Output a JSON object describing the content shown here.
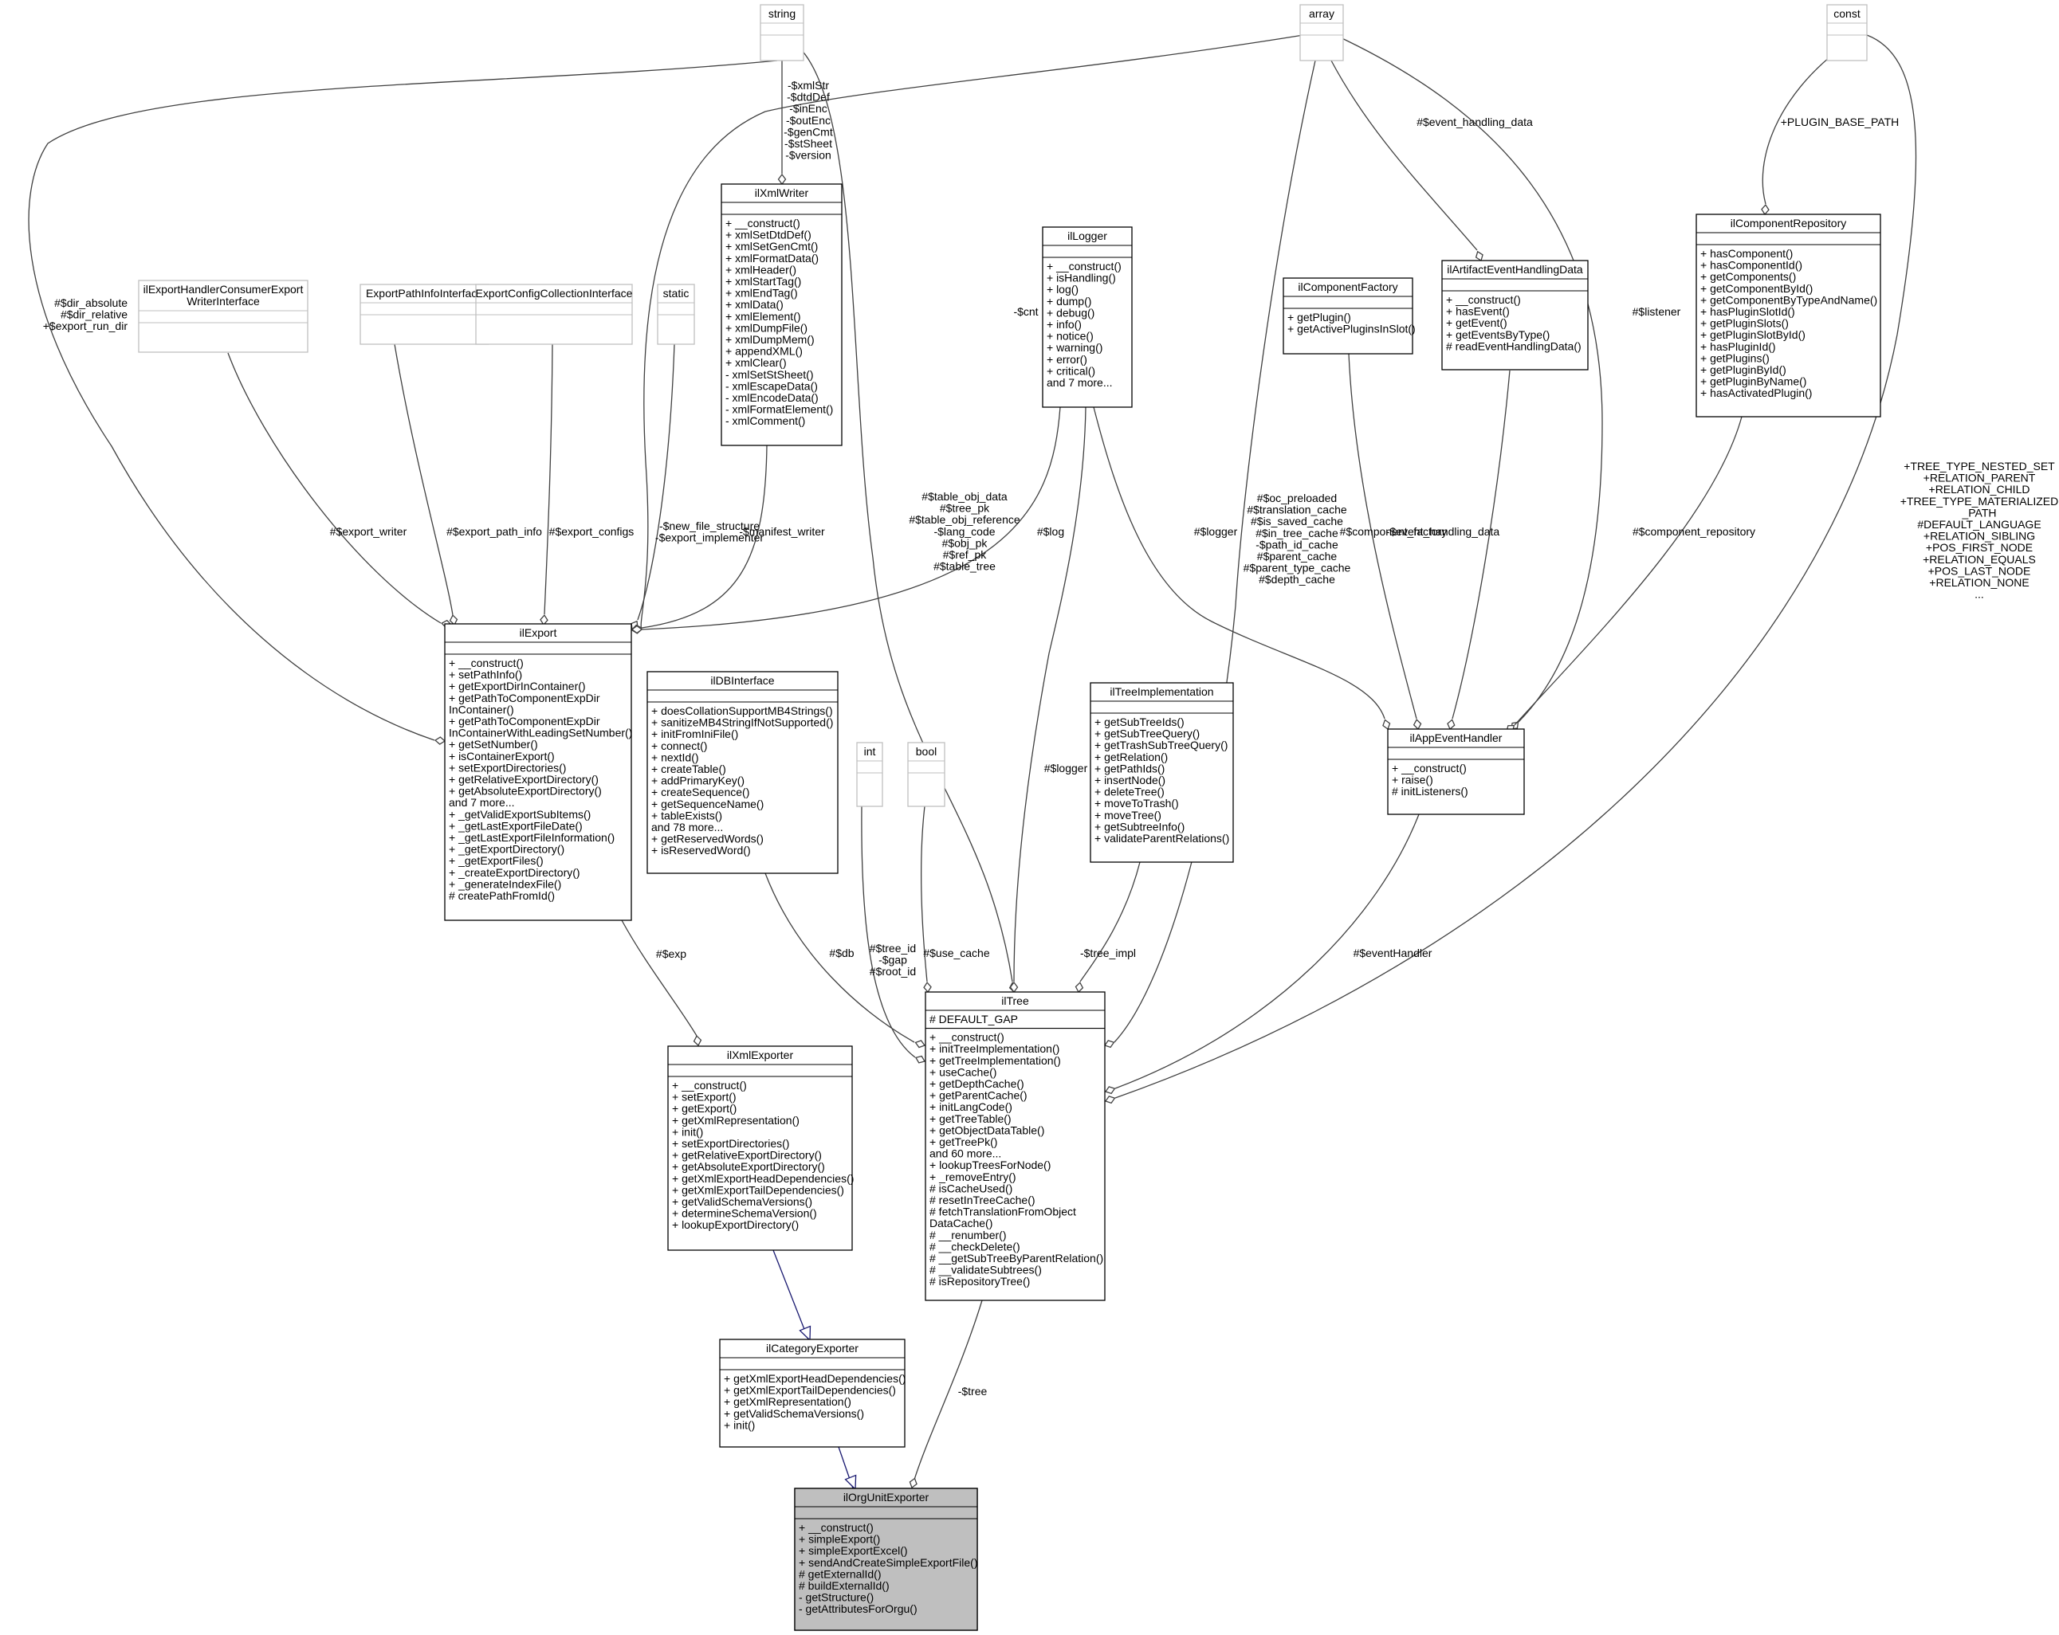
{
  "nodes": [
    {
      "id": "ilOrgUnitExporter",
      "title": "ilOrgUnitExporter",
      "style": "focus",
      "attributes": [],
      "methods": [
        "+ __construct()",
        "+ simpleExport()",
        "+ simpleExportExcel()",
        "+ sendAndCreateSimpleExportFile()",
        "# getExternalId()",
        "# buildExternalId()",
        "- getStructure()",
        "- getAttributesForOrgu()"
      ]
    },
    {
      "id": "ilCategoryExporter",
      "title": "ilCategoryExporter",
      "style": "normal",
      "attributes": [],
      "methods": [
        "+ getXmlExportHeadDependencies()",
        "+ getXmlExportTailDependencies()",
        "+ getXmlRepresentation()",
        "+ getValidSchemaVersions()",
        "+ init()"
      ]
    },
    {
      "id": "ilXmlExporter",
      "title": "ilXmlExporter",
      "style": "normal",
      "attributes": [],
      "methods": [
        "+ __construct()",
        "+ setExport()",
        "+ getExport()",
        "+ getXmlRepresentation()",
        "+ init()",
        "+ setExportDirectories()",
        "+ getRelativeExportDirectory()",
        "+ getAbsoluteExportDirectory()",
        "+ getXmlExportHeadDependencies()",
        "+ getXmlExportTailDependencies()",
        "+ getValidSchemaVersions()",
        "+ determineSchemaVersion()",
        "+ lookupExportDirectory()"
      ]
    },
    {
      "id": "ilExport",
      "title": "ilExport",
      "style": "normal",
      "attributes": [],
      "methods": [
        "+ __construct()",
        "+ setPathInfo()",
        "+ getExportDirInContainer()",
        "+ getPathToComponentExpDir",
        "InContainer()",
        "+ getPathToComponentExpDir",
        "InContainerWithLeadingSetNumber()",
        "+ getSetNumber()",
        "+ isContainerExport()",
        "+ setExportDirectories()",
        "+ getRelativeExportDirectory()",
        "+ getAbsoluteExportDirectory()",
        "and 7 more...",
        "+ _getValidExportSubItems()",
        "+ _getLastExportFileDate()",
        "+ _getLastExportFileInformation()",
        "+ _getExportDirectory()",
        "+ _getExportFiles()",
        "+ _createExportDirectory()",
        "+ _generateIndexFile()",
        "# createPathFromId()"
      ]
    },
    {
      "id": "string",
      "title": "string",
      "style": "gray",
      "attributes": [],
      "methods": []
    },
    {
      "id": "ilExportHandlerConsumerExportWriterInterface",
      "title": "ilExportHandlerConsumerExport",
      "title2": "WriterInterface",
      "style": "gray",
      "attributes": [],
      "methods": []
    },
    {
      "id": "ExportPathInfoInterface",
      "title": "ExportPathInfoInterface",
      "style": "gray",
      "attributes": [],
      "methods": []
    },
    {
      "id": "ExportConfigCollectionInterface",
      "title": "ExportConfigCollectionInterface",
      "style": "gray",
      "attributes": [],
      "methods": []
    },
    {
      "id": "static",
      "title": "static",
      "style": "gray",
      "attributes": [],
      "methods": []
    },
    {
      "id": "ilXmlWriter",
      "title": "ilXmlWriter",
      "style": "normal",
      "attributes": [],
      "methods": [
        "+ __construct()",
        "+ xmlSetDtdDef()",
        "+ xmlSetGenCmt()",
        "+ xmlFormatData()",
        "+ xmlHeader()",
        "+ xmlStartTag()",
        "+ xmlEndTag()",
        "+ xmlData()",
        "+ xmlElement()",
        "+ xmlDumpFile()",
        "+ xmlDumpMem()",
        "+ appendXML()",
        "+ xmlClear()",
        "- xmlSetStSheet()",
        "- xmlEscapeData()",
        "- xmlEncodeData()",
        "- xmlFormatElement()",
        "- xmlComment()"
      ]
    },
    {
      "id": "ilLogger",
      "title": "ilLogger",
      "style": "normal",
      "attributes": [],
      "methods": [
        "+ __construct()",
        "+ isHandling()",
        "+ log()",
        "+ dump()",
        "+ debug()",
        "+ info()",
        "+ notice()",
        "+ warning()",
        "+ error()",
        "+ critical()",
        "and 7 more..."
      ]
    },
    {
      "id": "array",
      "title": "array",
      "style": "gray",
      "attributes": [],
      "methods": []
    },
    {
      "id": "ilComponentFactory",
      "title": "ilComponentFactory",
      "style": "normal",
      "attributes": [],
      "methods": [
        "+ getPlugin()",
        "+ getActivePluginsInSlot()"
      ]
    },
    {
      "id": "ilArtifactEventHandlingData",
      "title": "ilArtifactEventHandlingData",
      "style": "normal",
      "attributes": [],
      "methods": [
        "+ __construct()",
        "+ hasEvent()",
        "+ getEvent()",
        "+ getEventsByType()",
        "# readEventHandlingData()"
      ]
    },
    {
      "id": "const",
      "title": "const",
      "style": "gray",
      "attributes": [],
      "methods": []
    },
    {
      "id": "ilComponentRepository",
      "title": "ilComponentRepository",
      "style": "normal",
      "attributes": [],
      "methods": [
        "+ hasComponent()",
        "+ hasComponentId()",
        "+ getComponents()",
        "+ getComponentById()",
        "+ getComponentByTypeAndName()",
        "+ hasPluginSlotId()",
        "+ getPluginSlots()",
        "+ getPluginSlotById()",
        "+ hasPluginId()",
        "+ getPlugins()",
        "+ getPluginById()",
        "+ getPluginByName()",
        "+ hasActivatedPlugin()"
      ]
    },
    {
      "id": "ilDBInterface",
      "title": "ilDBInterface",
      "style": "normal",
      "attributes": [],
      "methods": [
        "+ doesCollationSupportMB4Strings()",
        "+ sanitizeMB4StringIfNotSupported()",
        "+ initFromIniFile()",
        "+ connect()",
        "+ nextId()",
        "+ createTable()",
        "+ addPrimaryKey()",
        "+ createSequence()",
        "+ getSequenceName()",
        "+ tableExists()",
        "and 78 more...",
        "+ getReservedWords()",
        "+ isReservedWord()"
      ]
    },
    {
      "id": "int",
      "title": "int",
      "style": "gray",
      "attributes": [],
      "methods": []
    },
    {
      "id": "bool",
      "title": "bool",
      "style": "gray",
      "attributes": [],
      "methods": []
    },
    {
      "id": "ilTreeImplementation",
      "title": "ilTreeImplementation",
      "style": "normal",
      "attributes": [],
      "methods": [
        "+ getSubTreeIds()",
        "+ getSubTreeQuery()",
        "+ getTrashSubTreeQuery()",
        "+ getRelation()",
        "+ getPathIds()",
        "+ insertNode()",
        "+ deleteTree()",
        "+ moveToTrash()",
        "+ moveTree()",
        "+ getSubtreeInfo()",
        "+ validateParentRelations()"
      ]
    },
    {
      "id": "ilAppEventHandler",
      "title": "ilAppEventHandler",
      "style": "normal",
      "attributes": [],
      "methods": [
        "+ __construct()",
        "+ raise()",
        "# initListeners()"
      ]
    },
    {
      "id": "ilTree",
      "title": "ilTree",
      "style": "normal",
      "attributes": [
        "# DEFAULT_GAP"
      ],
      "methods": [
        "+ __construct()",
        "+ initTreeImplementation()",
        "+ getTreeImplementation()",
        "+ useCache()",
        "+ getDepthCache()",
        "+ getParentCache()",
        "+ initLangCode()",
        "+ getTreeTable()",
        "+ getObjectDataTable()",
        "+ getTreePk()",
        "and 60 more...",
        "+ lookupTreesForNode()",
        "+ _removeEntry()",
        "# isCacheUsed()",
        "# resetInTreeCache()",
        "# fetchTranslationFromObject",
        "DataCache()",
        "# __renumber()",
        "# __checkDelete()",
        "# __getSubTreeByParentRelation()",
        "# __validateSubtrees()",
        "# isRepositoryTree()"
      ]
    }
  ],
  "edges": [
    {
      "id": "e-categoryexporter-orgunit",
      "type": "inheritance",
      "from": "ilCategoryExporter",
      "to": "ilOrgUnitExporter",
      "label": []
    },
    {
      "id": "e-xmlexporter-category",
      "type": "inheritance",
      "from": "ilXmlExporter",
      "to": "ilCategoryExporter",
      "label": []
    },
    {
      "id": "e-tree-orgunit",
      "type": "usage",
      "from": "ilTree",
      "to": "ilOrgUnitExporter",
      "label": [
        "-$tree"
      ]
    },
    {
      "id": "e-export-xmlexporter",
      "type": "usage",
      "from": "ilExport",
      "to": "ilXmlExporter",
      "label": [
        "#$exp"
      ]
    },
    {
      "id": "e-string-export",
      "type": "usage",
      "from": "string",
      "to": "ilExport",
      "label": [
        "#$dir_absolute",
        "#$dir_relative",
        "+$export_run_dir"
      ]
    },
    {
      "id": "e-writer-export",
      "type": "usage",
      "from": "ilExportHandlerConsumerExportWriterInterface",
      "to": "ilExport",
      "label": [
        "#$export_writer"
      ]
    },
    {
      "id": "e-pathinfo-export",
      "type": "usage",
      "from": "ExportPathInfoInterface",
      "to": "ilExport",
      "label": [
        "#$export_path_info"
      ]
    },
    {
      "id": "e-configs-export",
      "type": "usage",
      "from": "ExportConfigCollectionInterface",
      "to": "ilExport",
      "label": [
        "#$export_configs"
      ]
    },
    {
      "id": "e-static-export",
      "type": "usage",
      "from": "static",
      "to": "ilExport",
      "label": [
        "-$new_file_structure",
        "-$export_implementer"
      ]
    },
    {
      "id": "e-xmlwriter-export",
      "type": "usage",
      "from": "ilXmlWriter",
      "to": "ilExport",
      "label": [
        "-$manifest_writer"
      ]
    },
    {
      "id": "e-logger-export",
      "type": "usage",
      "from": "ilLogger",
      "to": "ilExport",
      "label": [
        "#$log"
      ]
    },
    {
      "id": "e-array-export",
      "type": "usage",
      "from": "array",
      "to": "ilExport",
      "label": [
        "-$cnt"
      ]
    },
    {
      "id": "e-string-xmlwriter",
      "type": "usage",
      "from": "string",
      "to": "ilXmlWriter",
      "label": [
        "-$xmlStr",
        "-$dtdDef",
        "-$inEnc",
        "-$outEnc",
        "-$genCmt",
        "-$stSheet",
        "-$version"
      ]
    },
    {
      "id": "e-string-tree",
      "type": "usage",
      "from": "string",
      "to": "ilTree",
      "label": [
        "#$table_obj_data",
        "#$tree_pk",
        "#$table_obj_reference",
        "-$lang_code",
        "#$obj_pk",
        "#$ref_pk",
        "#$table_tree"
      ]
    },
    {
      "id": "e-logger-tree",
      "type": "usage",
      "from": "ilLogger",
      "to": "ilTree",
      "label": [
        "#$logger"
      ]
    },
    {
      "id": "e-logger-appevent",
      "type": "usage",
      "from": "ilLogger",
      "to": "ilAppEventHandler",
      "label": [
        "#$logger"
      ]
    },
    {
      "id": "e-array-tree",
      "type": "usage",
      "from": "array",
      "to": "ilTree",
      "label": [
        "#$oc_preloaded",
        "#$translation_cache",
        "#$is_saved_cache",
        "#$in_tree_cache",
        "-$path_id_cache",
        "#$parent_cache",
        "#$parent_type_cache",
        "#$depth_cache"
      ]
    },
    {
      "id": "e-array-artifact",
      "type": "usage",
      "from": "array",
      "to": "ilArtifactEventHandlingData",
      "label": [
        "#$event_handling_data"
      ]
    },
    {
      "id": "e-array-appevent",
      "type": "usage",
      "from": "array",
      "to": "ilAppEventHandler",
      "label": [
        "#$listener"
      ]
    },
    {
      "id": "e-const-repo",
      "type": "usage",
      "from": "const",
      "to": "ilComponentRepository",
      "label": [
        "+PLUGIN_BASE_PATH"
      ]
    },
    {
      "id": "e-const-tree",
      "type": "usage",
      "from": "const",
      "to": "ilTree",
      "label": [
        "+TREE_TYPE_NESTED_SET",
        "+RELATION_PARENT",
        "+RELATION_CHILD",
        "+TREE_TYPE_MATERIALIZED",
        "_PATH",
        "#DEFAULT_LANGUAGE",
        "+RELATION_SIBLING",
        "+POS_FIRST_NODE",
        "+RELATION_EQUALS",
        "+POS_LAST_NODE",
        "+RELATION_NONE",
        "..."
      ]
    },
    {
      "id": "e-factory-appevent",
      "type": "usage",
      "from": "ilComponentFactory",
      "to": "ilAppEventHandler",
      "label": [
        "#$component_factory"
      ]
    },
    {
      "id": "e-artifact-appevent",
      "type": "usage",
      "from": "ilArtifactEventHandlingData",
      "to": "ilAppEventHandler",
      "label": [
        "-$event_handling_data"
      ]
    },
    {
      "id": "e-repo-appevent",
      "type": "usage",
      "from": "ilComponentRepository",
      "to": "ilAppEventHandler",
      "label": [
        "#$component_repository"
      ]
    },
    {
      "id": "e-db-tree",
      "type": "usage",
      "from": "ilDBInterface",
      "to": "ilTree",
      "label": [
        "#$db"
      ]
    },
    {
      "id": "e-int-tree",
      "type": "usage",
      "from": "int",
      "to": "ilTree",
      "label": [
        "#$tree_id",
        "-$gap",
        "#$root_id"
      ]
    },
    {
      "id": "e-bool-tree",
      "type": "usage",
      "from": "bool",
      "to": "ilTree",
      "label": [
        "#$use_cache"
      ]
    },
    {
      "id": "e-treeimpl-tree",
      "type": "usage",
      "from": "ilTreeImplementation",
      "to": "ilTree",
      "label": [
        "-$tree_impl"
      ]
    },
    {
      "id": "e-appevent-tree",
      "type": "usage",
      "from": "ilAppEventHandler",
      "to": "ilTree",
      "label": [
        "#$eventHandler"
      ]
    }
  ],
  "colors": {
    "line": "#404040",
    "inheritance": "#191970",
    "gray_border": "#bfbfbf",
    "focus_fill": "#bfbfbf",
    "background": "#ffffff"
  }
}
